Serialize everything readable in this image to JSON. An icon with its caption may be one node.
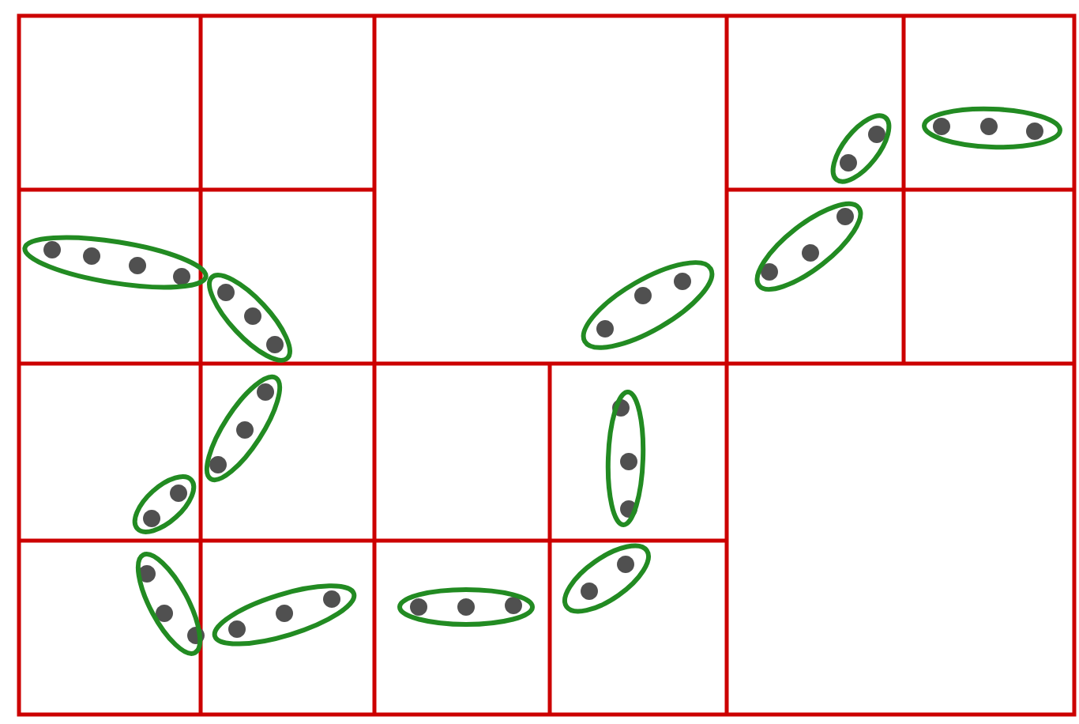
{
  "diagram": {
    "nodes": [
      {
        "text": [],
        "shape": "ellipse"
      },
      {
        "text": [],
        "shape": "ellipse"
      },
      {
        "text": [],
        "shape": "ellipse"
      },
      {
        "text": [],
        "shape": "ellipse"
      },
      {
        "text": [],
        "shape": "ellipse"
      },
      {
        "text": [],
        "shape": "ellipse"
      },
      {
        "text": [],
        "shape": "ellipse"
      },
      {
        "text": [],
        "shape": "ellipse"
      },
      {
        "text": [],
        "shape": "ellipse"
      },
      {
        "text": [],
        "shape": "ellipse"
      },
      {
        "text": [],
        "shape": "ellipse"
      },
      {
        "text": [],
        "shape": "ellipse"
      },
      {
        "text": [],
        "shape": "ellipse"
      }
    ]
  }
}
